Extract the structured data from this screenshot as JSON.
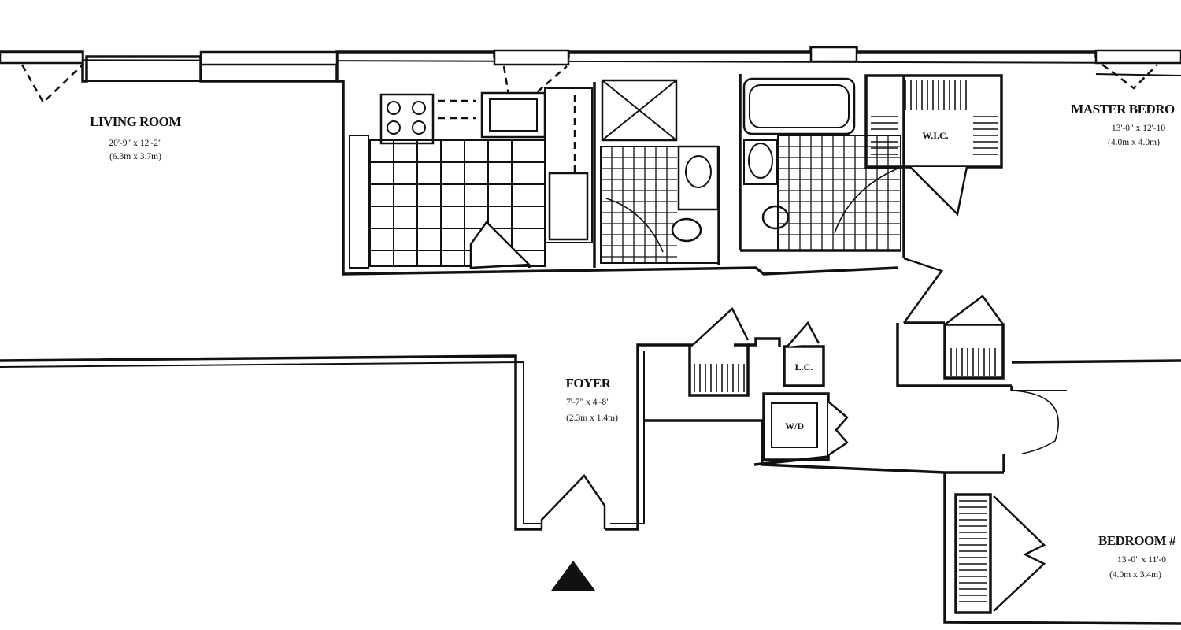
{
  "plan": {
    "rooms": {
      "living_room": {
        "name": "LIVING ROOM",
        "dim_imperial": "20'-9\" x 12'-2\"",
        "dim_metric": "(6.3m x 3.7m)"
      },
      "master_bedroom": {
        "name": "MASTER BEDRO",
        "dim_imperial": "13'-0\" x 12'-10",
        "dim_metric": "(4.0m x 4.0m)"
      },
      "foyer": {
        "name": "FOYER",
        "dim_imperial": "7'-7\" x 4'-8\"",
        "dim_metric": "(2.3m x 1.4m)"
      },
      "bedroom_2": {
        "name": "BEDROOM #",
        "dim_imperial": "13'-0\" x 11'-0",
        "dim_metric": "(4.0m x 3.4m)"
      }
    },
    "closets": {
      "walk_in": "W.I.C.",
      "linen": "L.C.",
      "washer_dryer": "W/D"
    }
  }
}
